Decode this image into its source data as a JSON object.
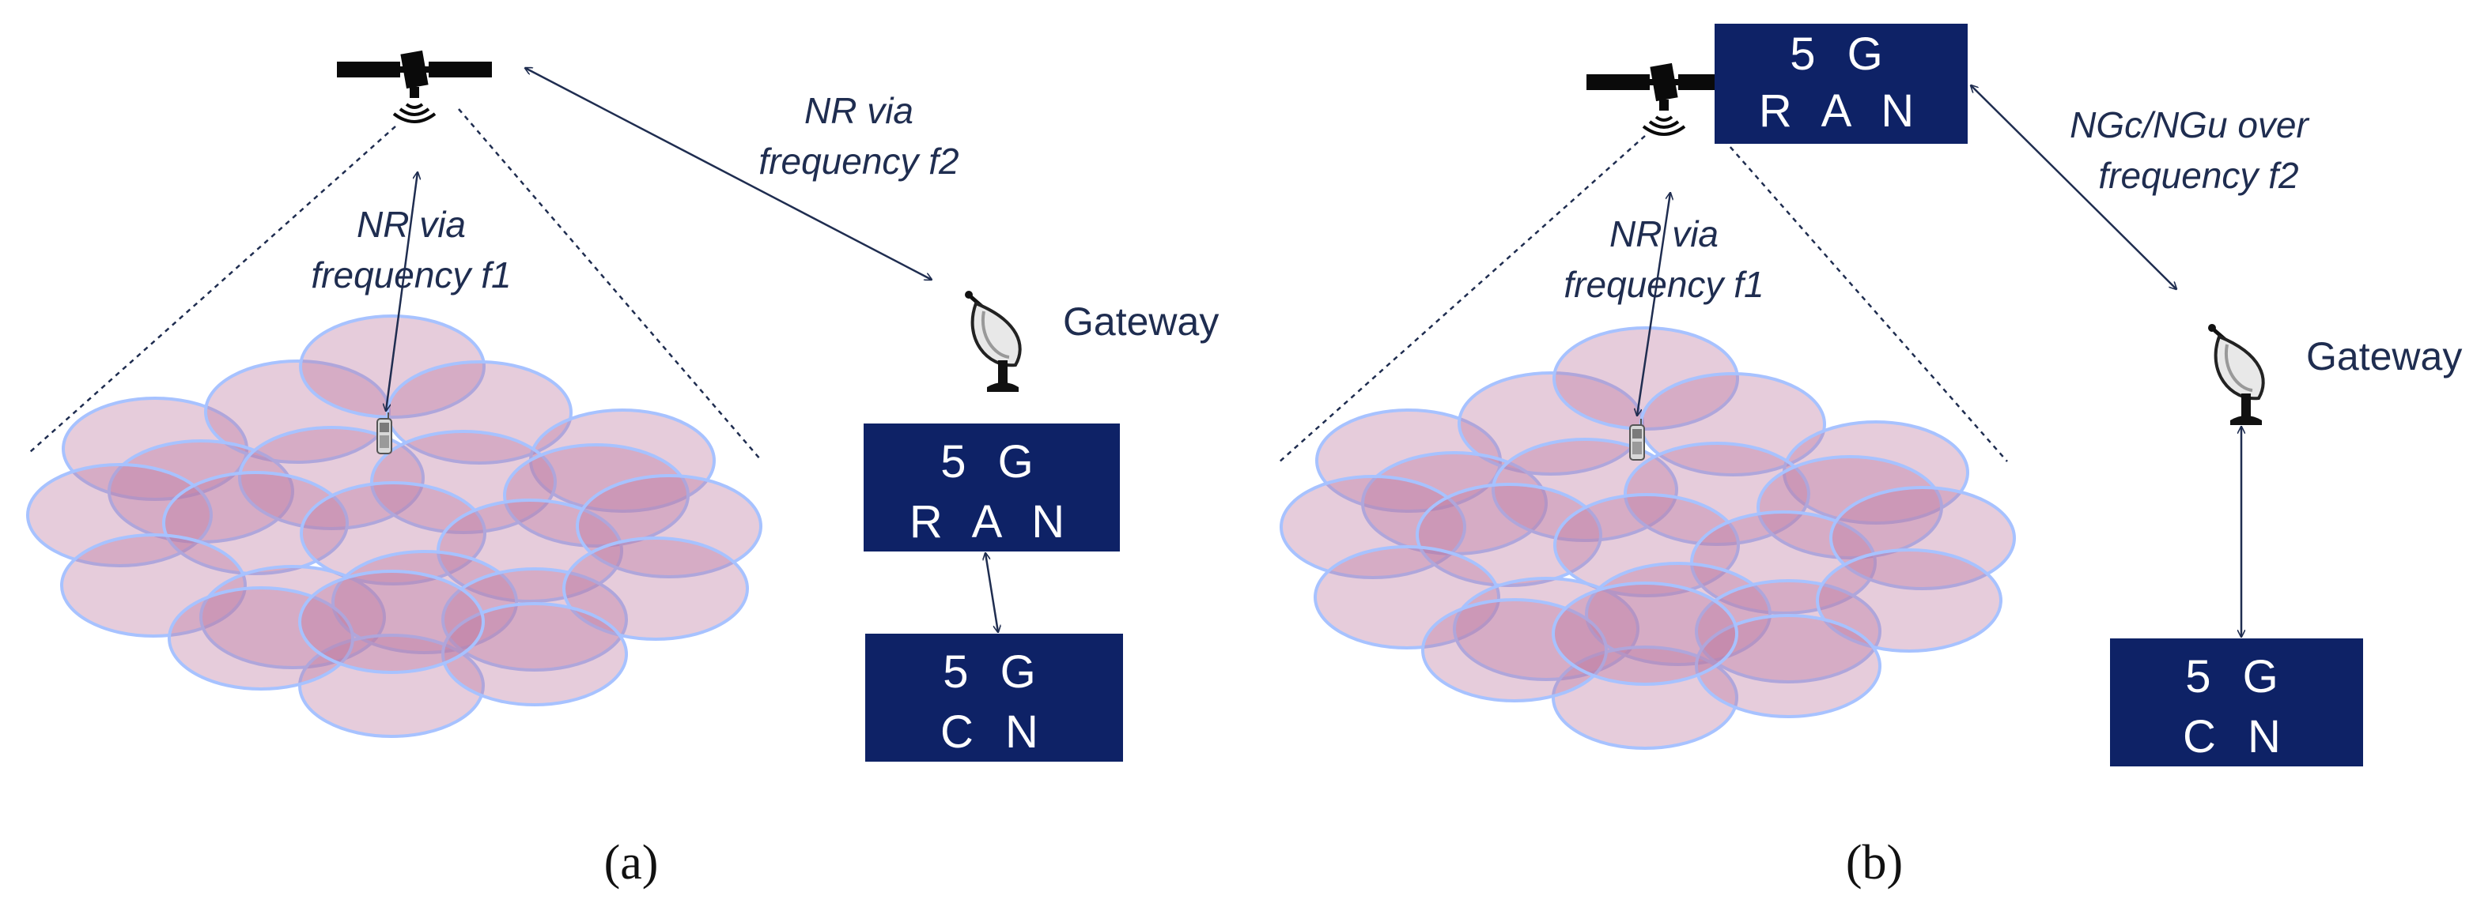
{
  "panel_a": {
    "label": "(a)",
    "link_f1": [
      "NR via",
      "frequency f1"
    ],
    "link_f2": [
      "NR via",
      "frequency f2"
    ],
    "gateway": "Gateway",
    "ran_box": [
      "5 G",
      "R A N"
    ],
    "cn_box": [
      "5 G",
      "C N"
    ]
  },
  "panel_b": {
    "label": "(b)",
    "link_f1": [
      "NR via",
      "frequency f1"
    ],
    "link_f2": [
      "NGc/NGu over",
      "frequency f2"
    ],
    "gateway": "Gateway",
    "ran_box": [
      "5 G",
      "R A N"
    ],
    "cn_box": [
      "5 G",
      "C N"
    ]
  },
  "colors": {
    "box_fill": "#0e2266",
    "text": "#1f2d50",
    "cell_fill": "#d9b7c9",
    "cell_stroke": "#a7c2ff"
  },
  "icons": [
    "satellite-icon",
    "gateway-dish-icon",
    "phone-icon"
  ]
}
